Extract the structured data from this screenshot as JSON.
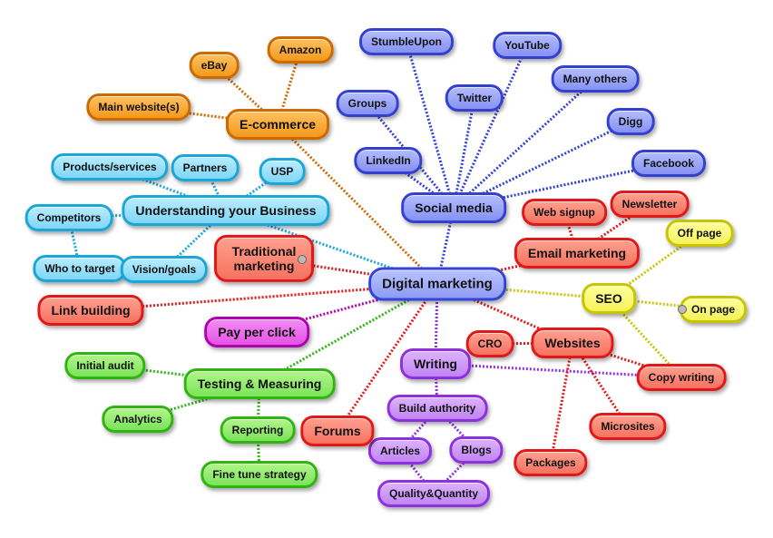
{
  "nodes": {
    "digital_marketing": "Digital marketing",
    "e_commerce": "E-commerce",
    "main_website": "Main website(s)",
    "ebay": "eBay",
    "amazon": "Amazon",
    "social_media": "Social media",
    "stumbleupon": "StumbleUpon",
    "youtube": "YouTube",
    "many_others": "Many others",
    "groups": "Groups",
    "twitter": "Twitter",
    "digg": "Digg",
    "linkedin": "LinkedIn",
    "facebook": "Facebook",
    "understanding": "Understanding your Business",
    "products_services": "Products/services",
    "partners": "Partners",
    "usp": "USP",
    "competitors": "Competitors",
    "who_to_target": "Who to target",
    "vision_goals": "Vision/goals",
    "traditional_marketing": "Traditional marketing",
    "email_marketing": "Email marketing",
    "web_signup": "Web signup",
    "newsletter": "Newsletter",
    "seo": "SEO",
    "off_page": "Off page",
    "on_page": "On page",
    "link_building": "Link building",
    "pay_per_click": "Pay per click",
    "testing_measuring": "Testing & Measuring",
    "initial_audit": "Initial audit",
    "analytics": "Analytics",
    "reporting": "Reporting",
    "fine_tune": "Fine tune strategy",
    "writing": "Writing",
    "build_authority": "Build authority",
    "articles": "Articles",
    "blogs": "Blogs",
    "quality_quantity": "Quality&Quantity",
    "forums": "Forums",
    "websites": "Websites",
    "cro": "CRO",
    "copy_writing": "Copy writing",
    "microsites": "Microsites",
    "packages": "Packages"
  },
  "colors": {
    "blue": "#3340d0",
    "orange": "#cc6a00",
    "cyan": "#1aa6d6",
    "red": "#e21818",
    "magenta": "#b000b0",
    "green": "#2fb510",
    "purple": "#8f30e0",
    "yellow": "#c8c400"
  }
}
